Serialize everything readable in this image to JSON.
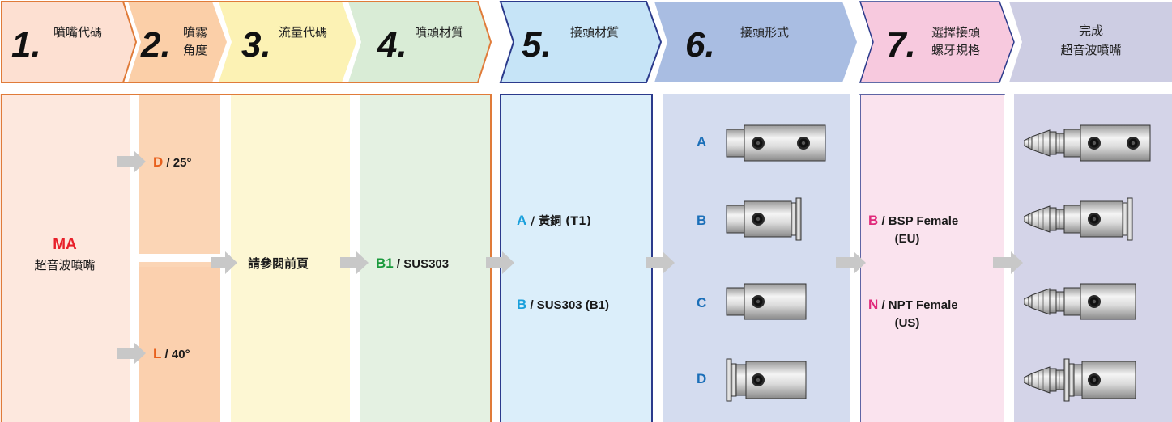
{
  "steps": [
    {
      "num": "1.",
      "label_lines": [
        "噴嘴代碼"
      ]
    },
    {
      "num": "2.",
      "label_lines": [
        "噴霧",
        "角度"
      ]
    },
    {
      "num": "3.",
      "label_lines": [
        "流量代碼"
      ]
    },
    {
      "num": "4.",
      "label_lines": [
        "噴頭材質"
      ]
    },
    {
      "num": "5.",
      "label_lines": [
        "接頭材質"
      ]
    },
    {
      "num": "6.",
      "label_lines": [
        "接頭形式"
      ]
    },
    {
      "num": "7.",
      "label_lines": [
        "選擇接頭",
        "螺牙規格"
      ]
    },
    {
      "num": "",
      "label_lines": [
        "完成",
        "超音波噴嘴"
      ]
    }
  ],
  "col1": {
    "code": "MA",
    "name": "超音波噴嘴"
  },
  "col2": {
    "options": [
      {
        "code": "D",
        "desc": " / 25°"
      },
      {
        "code": "L",
        "desc": " / 40°"
      }
    ]
  },
  "col3": {
    "text": "請參閱前頁"
  },
  "col4": {
    "code": "B1",
    "desc": " / SUS303"
  },
  "col5": {
    "options": [
      {
        "code": "A",
        "desc": " / 黃銅 (T1)"
      },
      {
        "code": "B",
        "desc": " / SUS303 (B1)"
      }
    ]
  },
  "col6": {
    "options": [
      "A",
      "B",
      "C",
      "D"
    ]
  },
  "col7": {
    "options": [
      {
        "code": "B",
        "line1": " / BSP Female",
        "line2": "(EU)"
      },
      {
        "code": "N",
        "line1": " / NPT Female",
        "line2": "(US)"
      }
    ]
  },
  "colors": {
    "code_red": "#e8202a",
    "code_orange": "#e8601c",
    "code_green": "#1a9a3c",
    "code_cyan": "#1aa0dc",
    "code_blue": "#1b6fb8",
    "code_magenta": "#e0287a",
    "orange_border": "#e07b39",
    "navy_border": "#2b3a8c",
    "arrow_gray": "#c8c8c8"
  }
}
